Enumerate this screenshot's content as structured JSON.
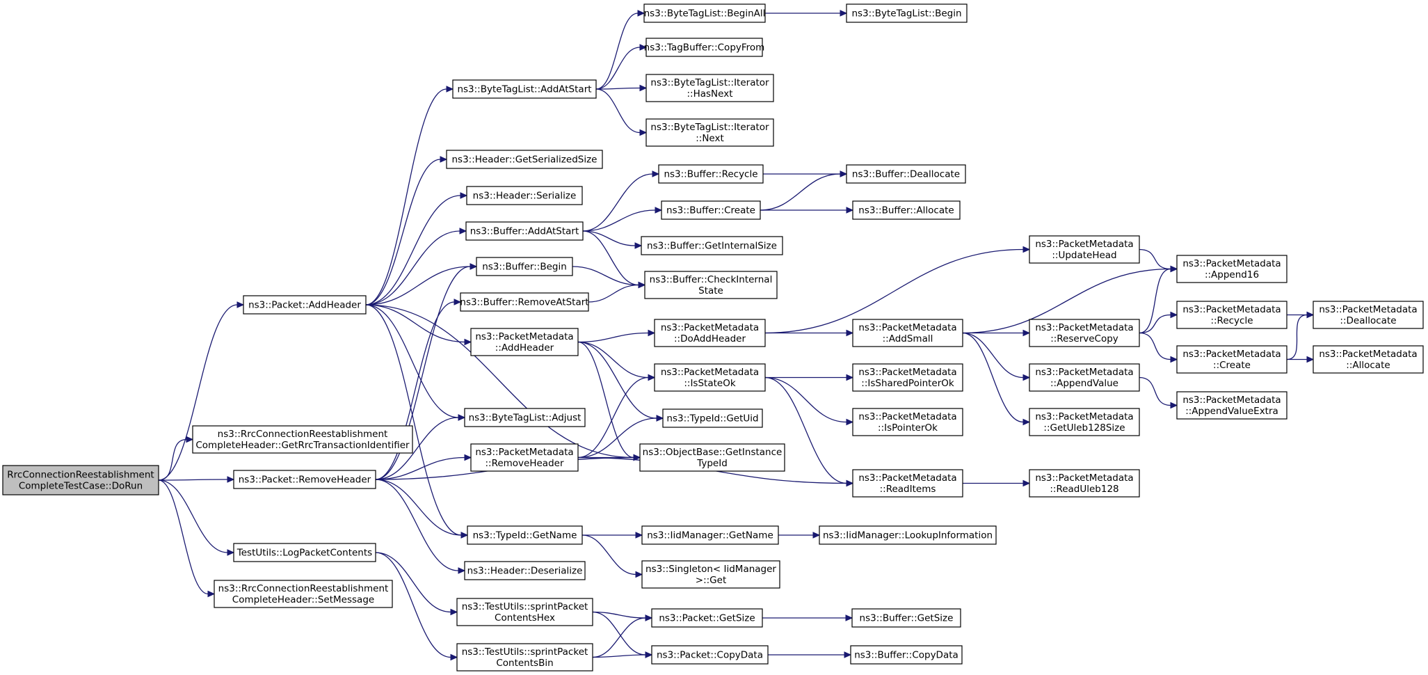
{
  "graph": {
    "edge_color": "#191970",
    "root_fill": "#bfbfbf",
    "nodes": [
      {
        "id": "root",
        "lines": [
          "RrcConnectionReestablishment",
          "CompleteTestCase::DoRun"
        ],
        "root": true
      },
      {
        "id": "pkt_addheader",
        "lines": [
          "ns3::Packet::AddHeader"
        ]
      },
      {
        "id": "getrrc",
        "lines": [
          "ns3::RrcConnectionReestablishment",
          "CompleteHeader::GetRrcTransactionIdentifier"
        ]
      },
      {
        "id": "pkt_removeheader",
        "lines": [
          "ns3::Packet::RemoveHeader"
        ]
      },
      {
        "id": "logpkt",
        "lines": [
          "TestUtils::LogPacketContents"
        ]
      },
      {
        "id": "setmsg",
        "lines": [
          "ns3::RrcConnectionReestablishment",
          "CompleteHeader::SetMessage"
        ]
      },
      {
        "id": "btl_addatstart",
        "lines": [
          "ns3::ByteTagList::AddAtStart"
        ]
      },
      {
        "id": "hdr_getsersize",
        "lines": [
          "ns3::Header::GetSerializedSize"
        ]
      },
      {
        "id": "hdr_serialize",
        "lines": [
          "ns3::Header::Serialize"
        ]
      },
      {
        "id": "buf_addatstart",
        "lines": [
          "ns3::Buffer::AddAtStart"
        ]
      },
      {
        "id": "buf_begin",
        "lines": [
          "ns3::Buffer::Begin"
        ]
      },
      {
        "id": "buf_removeatstart",
        "lines": [
          "ns3::Buffer::RemoveAtStart"
        ]
      },
      {
        "id": "pm_addheader",
        "lines": [
          "ns3::PacketMetadata",
          "::AddHeader"
        ]
      },
      {
        "id": "btl_adjust",
        "lines": [
          "ns3::ByteTagList::Adjust"
        ]
      },
      {
        "id": "pm_removeheader",
        "lines": [
          "ns3::PacketMetadata",
          "::RemoveHeader"
        ]
      },
      {
        "id": "typeid_getname",
        "lines": [
          "ns3::TypeId::GetName"
        ]
      },
      {
        "id": "hdr_deserialize",
        "lines": [
          "ns3::Header::Deserialize"
        ]
      },
      {
        "id": "tu_hex",
        "lines": [
          "ns3::TestUtils::sprintPacket",
          "ContentsHex"
        ]
      },
      {
        "id": "tu_bin",
        "lines": [
          "ns3::TestUtils::sprintPacket",
          "ContentsBin"
        ]
      },
      {
        "id": "btl_beginall",
        "lines": [
          "ns3::ByteTagList::BeginAll"
        ]
      },
      {
        "id": "tagbuf_copyfrom",
        "lines": [
          "ns3::TagBuffer::CopyFrom"
        ]
      },
      {
        "id": "btl_it_hasnext",
        "lines": [
          "ns3::ByteTagList::Iterator",
          "::HasNext"
        ]
      },
      {
        "id": "btl_it_next",
        "lines": [
          "ns3::ByteTagList::Iterator",
          "::Next"
        ]
      },
      {
        "id": "buf_recycle",
        "lines": [
          "ns3::Buffer::Recycle"
        ]
      },
      {
        "id": "buf_create",
        "lines": [
          "ns3::Buffer::Create"
        ]
      },
      {
        "id": "buf_getinternalsize",
        "lines": [
          "ns3::Buffer::GetInternalSize"
        ]
      },
      {
        "id": "buf_checkinternal",
        "lines": [
          "ns3::Buffer::CheckInternal",
          "State"
        ]
      },
      {
        "id": "pm_doaddheader",
        "lines": [
          "ns3::PacketMetadata",
          "::DoAddHeader"
        ]
      },
      {
        "id": "pm_isstateok",
        "lines": [
          "ns3::PacketMetadata",
          "::IsStateOk"
        ]
      },
      {
        "id": "typeid_getuid",
        "lines": [
          "ns3::TypeId::GetUid"
        ]
      },
      {
        "id": "objbase_getinst",
        "lines": [
          "ns3::ObjectBase::GetInstance",
          "TypeId"
        ]
      },
      {
        "id": "iid_getname",
        "lines": [
          "ns3::IidManager::GetName"
        ]
      },
      {
        "id": "singleton_get",
        "lines": [
          "ns3::Singleton< IidManager",
          ">::Get"
        ]
      },
      {
        "id": "pkt_getsize",
        "lines": [
          "ns3::Packet::GetSize"
        ]
      },
      {
        "id": "pkt_copydata",
        "lines": [
          "ns3::Packet::CopyData"
        ]
      },
      {
        "id": "btl_begin",
        "lines": [
          "ns3::ByteTagList::Begin"
        ]
      },
      {
        "id": "buf_deallocate",
        "lines": [
          "ns3::Buffer::Deallocate"
        ]
      },
      {
        "id": "buf_allocate",
        "lines": [
          "ns3::Buffer::Allocate"
        ]
      },
      {
        "id": "pm_updatehead",
        "lines": [
          "ns3::PacketMetadata",
          "::UpdateHead"
        ]
      },
      {
        "id": "pm_addsmall",
        "lines": [
          "ns3::PacketMetadata",
          "::AddSmall"
        ]
      },
      {
        "id": "pm_issharedptrok",
        "lines": [
          "ns3::PacketMetadata",
          "::IsSharedPointerOk"
        ]
      },
      {
        "id": "pm_ispointerok",
        "lines": [
          "ns3::PacketMetadata",
          "::IsPointerOk"
        ]
      },
      {
        "id": "pm_readitems",
        "lines": [
          "ns3::PacketMetadata",
          "::ReadItems"
        ]
      },
      {
        "id": "iid_lookup",
        "lines": [
          "ns3::IidManager::LookupInformation"
        ]
      },
      {
        "id": "buf_getsize",
        "lines": [
          "ns3::Buffer::GetSize"
        ]
      },
      {
        "id": "buf_copydata",
        "lines": [
          "ns3::Buffer::CopyData"
        ]
      },
      {
        "id": "pm_reservecopy",
        "lines": [
          "ns3::PacketMetadata",
          "::ReserveCopy"
        ]
      },
      {
        "id": "pm_appendvalue",
        "lines": [
          "ns3::PacketMetadata",
          "::AppendValue"
        ]
      },
      {
        "id": "pm_getuleb",
        "lines": [
          "ns3::PacketMetadata",
          "::GetUleb128Size"
        ]
      },
      {
        "id": "pm_readuleb",
        "lines": [
          "ns3::PacketMetadata",
          "::ReadUleb128"
        ]
      },
      {
        "id": "pm_append16",
        "lines": [
          "ns3::PacketMetadata",
          "::Append16"
        ]
      },
      {
        "id": "pm_recycle",
        "lines": [
          "ns3::PacketMetadata",
          "::Recycle"
        ]
      },
      {
        "id": "pm_create",
        "lines": [
          "ns3::PacketMetadata",
          "::Create"
        ]
      },
      {
        "id": "pm_appendvalueextra",
        "lines": [
          "ns3::PacketMetadata",
          "::AppendValueExtra"
        ]
      },
      {
        "id": "pm_deallocate",
        "lines": [
          "ns3::PacketMetadata",
          "::Deallocate"
        ]
      },
      {
        "id": "pm_allocate",
        "lines": [
          "ns3::PacketMetadata",
          "::Allocate"
        ]
      }
    ],
    "edges": [
      [
        "root",
        "pkt_addheader"
      ],
      [
        "root",
        "getrrc"
      ],
      [
        "root",
        "pkt_removeheader"
      ],
      [
        "root",
        "logpkt"
      ],
      [
        "root",
        "setmsg"
      ],
      [
        "pkt_addheader",
        "btl_addatstart"
      ],
      [
        "pkt_addheader",
        "hdr_getsersize"
      ],
      [
        "pkt_addheader",
        "hdr_serialize"
      ],
      [
        "pkt_addheader",
        "buf_addatstart"
      ],
      [
        "pkt_addheader",
        "buf_begin"
      ],
      [
        "pkt_addheader",
        "pm_addheader"
      ],
      [
        "pkt_addheader",
        "btl_adjust"
      ],
      [
        "pkt_addheader",
        "objbase_getinst"
      ],
      [
        "pkt_addheader",
        "typeid_getname"
      ],
      [
        "pkt_removeheader",
        "buf_begin"
      ],
      [
        "pkt_removeheader",
        "buf_removeatstart"
      ],
      [
        "pkt_removeheader",
        "btl_adjust"
      ],
      [
        "pkt_removeheader",
        "pm_removeheader"
      ],
      [
        "pkt_removeheader",
        "objbase_getinst"
      ],
      [
        "pkt_removeheader",
        "typeid_getname"
      ],
      [
        "pkt_removeheader",
        "hdr_deserialize"
      ],
      [
        "logpkt",
        "tu_hex"
      ],
      [
        "logpkt",
        "tu_bin"
      ],
      [
        "btl_addatstart",
        "btl_beginall"
      ],
      [
        "btl_addatstart",
        "tagbuf_copyfrom"
      ],
      [
        "btl_addatstart",
        "btl_it_hasnext"
      ],
      [
        "btl_addatstart",
        "btl_it_next"
      ],
      [
        "btl_beginall",
        "btl_begin"
      ],
      [
        "buf_addatstart",
        "buf_recycle"
      ],
      [
        "buf_addatstart",
        "buf_create"
      ],
      [
        "buf_addatstart",
        "buf_getinternalsize"
      ],
      [
        "buf_addatstart",
        "buf_checkinternal"
      ],
      [
        "buf_begin",
        "buf_checkinternal"
      ],
      [
        "buf_removeatstart",
        "buf_checkinternal"
      ],
      [
        "buf_recycle",
        "buf_deallocate"
      ],
      [
        "buf_create",
        "buf_deallocate"
      ],
      [
        "buf_create",
        "buf_allocate"
      ],
      [
        "pm_addheader",
        "pm_doaddheader"
      ],
      [
        "pm_addheader",
        "pm_isstateok"
      ],
      [
        "pm_addheader",
        "typeid_getuid"
      ],
      [
        "pm_addheader",
        "objbase_getinst"
      ],
      [
        "pm_removeheader",
        "pm_isstateok"
      ],
      [
        "pm_removeheader",
        "typeid_getuid"
      ],
      [
        "pm_removeheader",
        "objbase_getinst"
      ],
      [
        "pm_removeheader",
        "pm_readitems"
      ],
      [
        "pm_doaddheader",
        "pm_updatehead"
      ],
      [
        "pm_doaddheader",
        "pm_addsmall"
      ],
      [
        "pm_isstateok",
        "pm_issharedptrok"
      ],
      [
        "pm_isstateok",
        "pm_ispointerok"
      ],
      [
        "pm_isstateok",
        "pm_readitems"
      ],
      [
        "pm_updatehead",
        "pm_append16"
      ],
      [
        "pm_addsmall",
        "pm_append16"
      ],
      [
        "pm_addsmall",
        "pm_reservecopy"
      ],
      [
        "pm_addsmall",
        "pm_appendvalue"
      ],
      [
        "pm_addsmall",
        "pm_getuleb"
      ],
      [
        "pm_reservecopy",
        "pm_append16"
      ],
      [
        "pm_reservecopy",
        "pm_recycle"
      ],
      [
        "pm_reservecopy",
        "pm_create"
      ],
      [
        "pm_appendvalue",
        "pm_appendvalueextra"
      ],
      [
        "pm_recycle",
        "pm_deallocate"
      ],
      [
        "pm_create",
        "pm_deallocate"
      ],
      [
        "pm_create",
        "pm_allocate"
      ],
      [
        "pm_readitems",
        "pm_readuleb"
      ],
      [
        "typeid_getname",
        "iid_getname"
      ],
      [
        "typeid_getname",
        "singleton_get"
      ],
      [
        "iid_getname",
        "iid_lookup"
      ],
      [
        "tu_hex",
        "pkt_getsize"
      ],
      [
        "tu_hex",
        "pkt_copydata"
      ],
      [
        "tu_bin",
        "pkt_getsize"
      ],
      [
        "tu_bin",
        "pkt_copydata"
      ],
      [
        "pkt_getsize",
        "buf_getsize"
      ],
      [
        "pkt_copydata",
        "buf_copydata"
      ]
    ]
  }
}
